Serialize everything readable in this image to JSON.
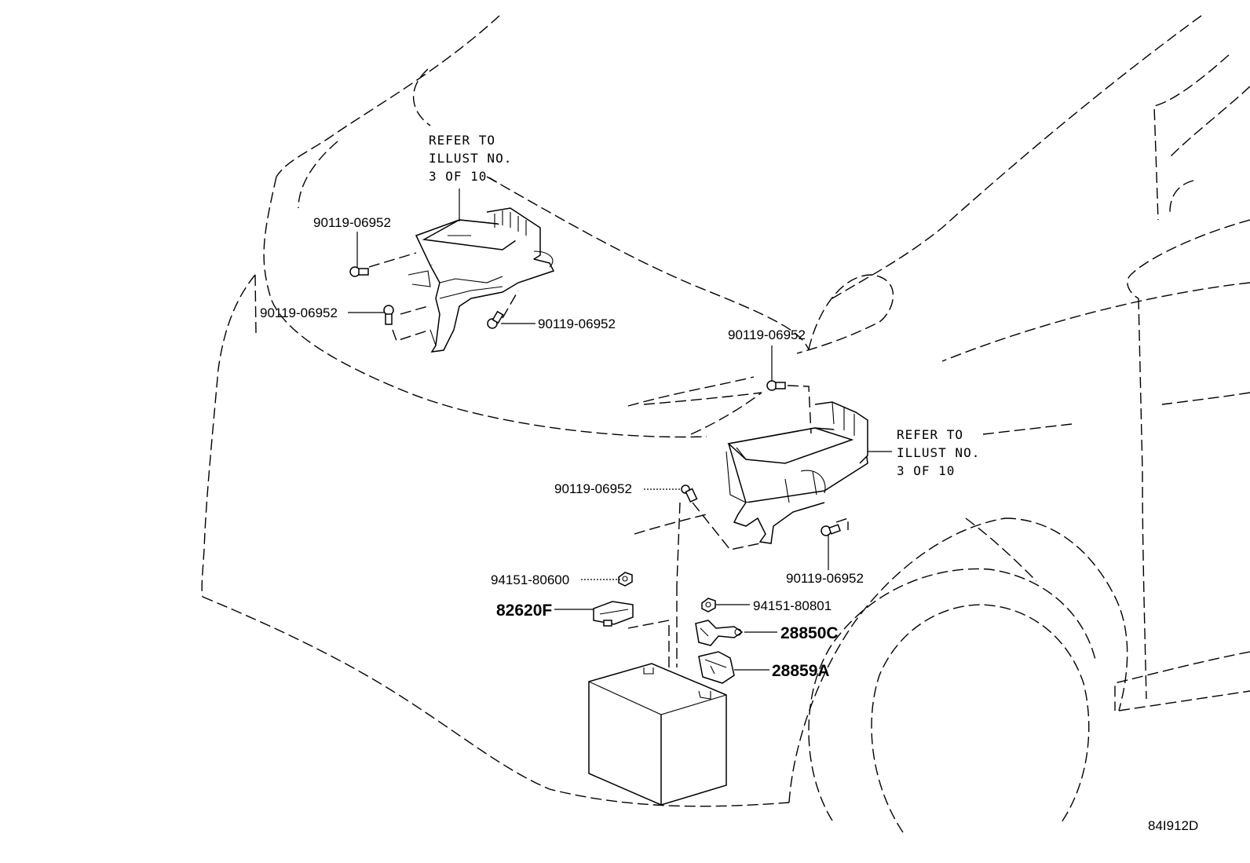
{
  "diagram": {
    "ref_upper": [
      "REFER TO",
      "ILLUST NO.",
      "3 OF 10"
    ],
    "ref_right": [
      "REFER TO",
      "ILLUST NO.",
      "3 OF 10"
    ],
    "parts": {
      "bolt_upper_left": "90119-06952",
      "bolt_left": "90119-06952",
      "bolt_upper_right": "90119-06952",
      "bolt_center_top": "90119-06952",
      "bolt_center_left": "90119-06952",
      "bolt_right_lower": "90119-06952",
      "nut_left": "94151-80600",
      "nut_right": "94151-80801",
      "clamp": "82620F",
      "terminal": "28850C",
      "cover": "28859A"
    },
    "drawing_code": "84I912D"
  }
}
